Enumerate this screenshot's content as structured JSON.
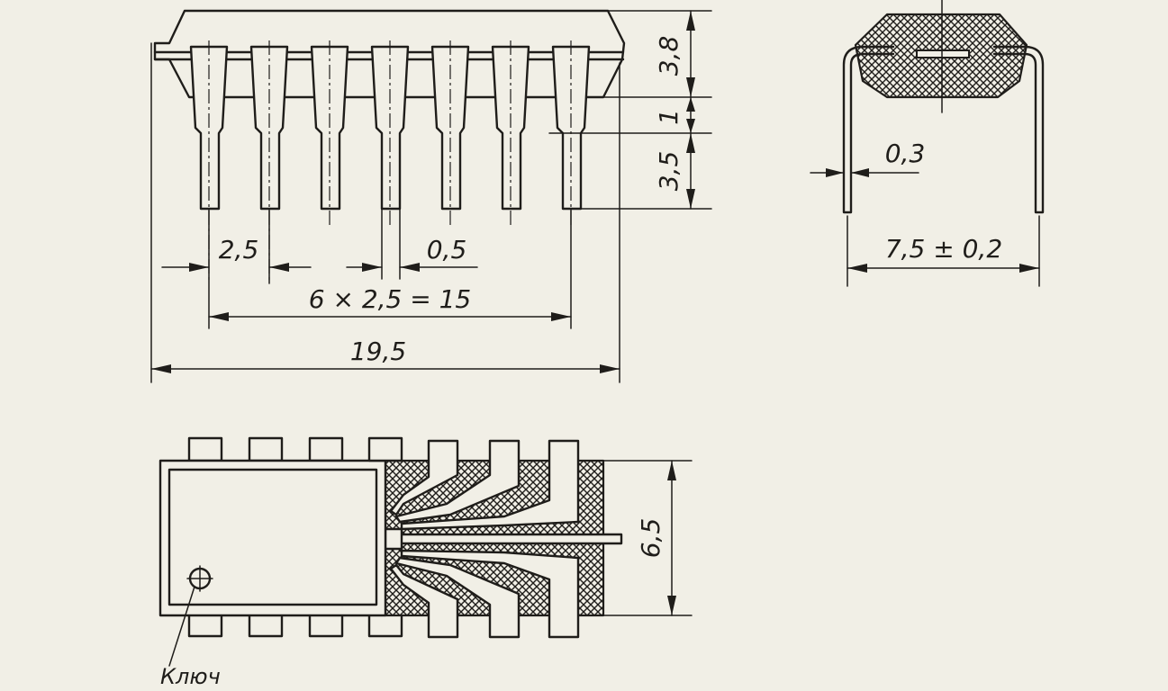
{
  "dimensions": {
    "body_height_top": "3,8",
    "gap": "1",
    "lead_length": "3,5",
    "pin_pitch": "2,5",
    "pin_width": "0,5",
    "pitch_total": "6 × 2,5 = 15",
    "overall_length": "19,5",
    "lead_thickness": "0,3",
    "row_spacing": "7,5 ± 0,2",
    "body_width": "6,5"
  },
  "labels": {
    "key": "Ключ"
  },
  "colors": {
    "paper": "#f1efe6",
    "ink": "#1f1d1a"
  }
}
